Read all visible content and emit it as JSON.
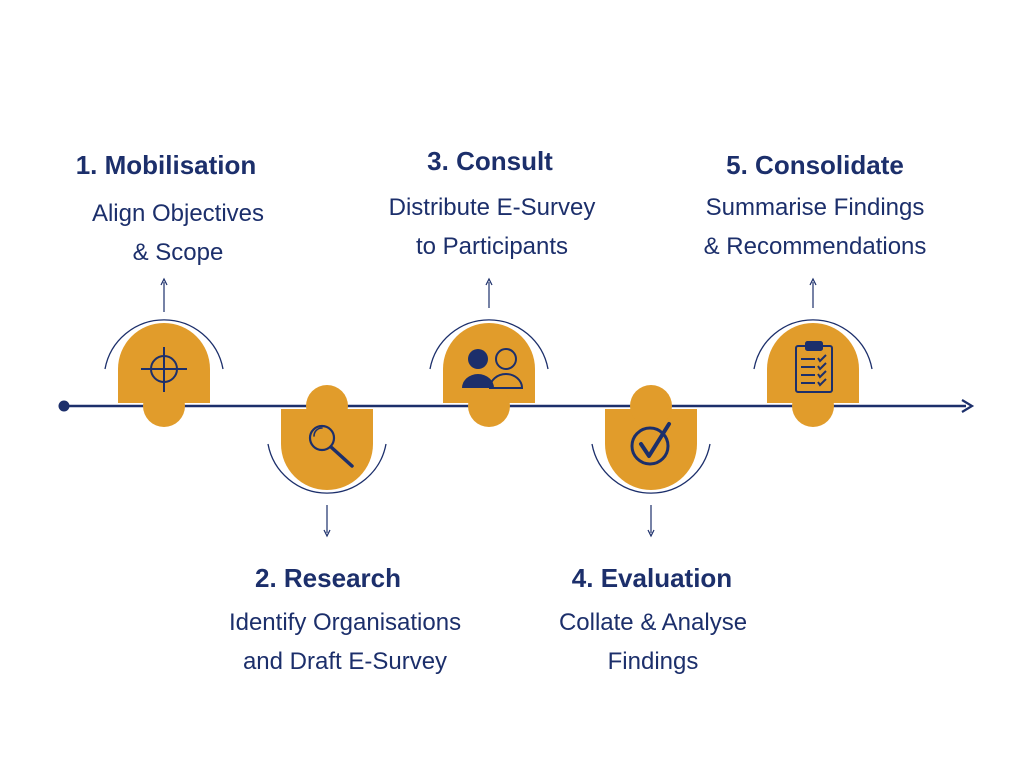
{
  "colors": {
    "navy": "#1c2f6b",
    "gold": "#e19c2b",
    "arc": "#1c2f6b"
  },
  "steps": [
    {
      "title": "1. Mobilisation",
      "line1": "Align Objectives",
      "line2": "& Scope",
      "icon": "crosshair-icon"
    },
    {
      "title": "2. Research",
      "line1": "Identify Organisations",
      "line2": "and Draft E-Survey",
      "icon": "magnifier-icon"
    },
    {
      "title": "3. Consult",
      "line1": "Distribute E-Survey",
      "line2": "to Participants",
      "icon": "people-icon"
    },
    {
      "title": "4. Evaluation",
      "line1": "Collate & Analyse",
      "line2": "Findings",
      "icon": "checkmark-icon"
    },
    {
      "title": "5. Consolidate",
      "line1": "Summarise Findings",
      "line2": "& Recommendations",
      "icon": "clipboard-checklist-icon"
    }
  ]
}
